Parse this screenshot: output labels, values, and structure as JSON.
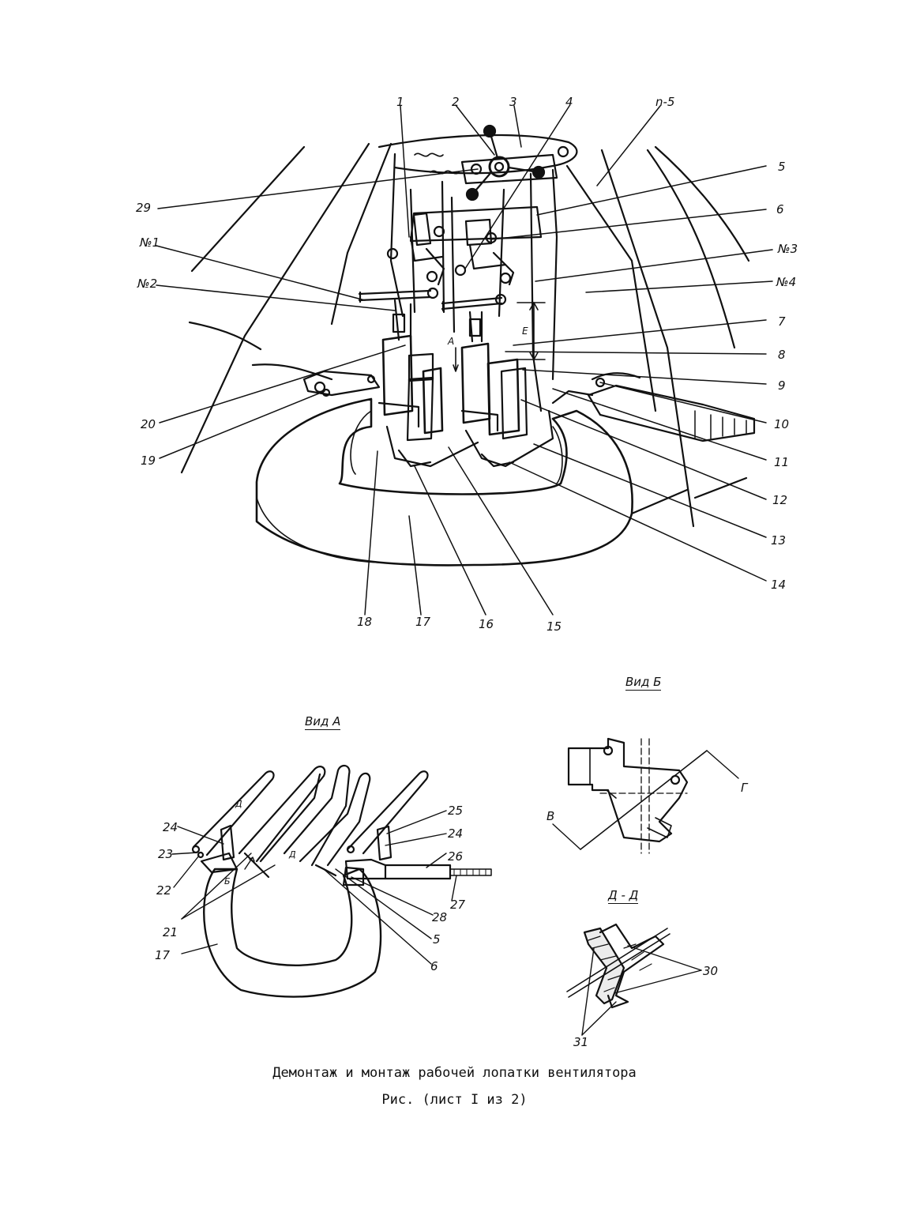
{
  "caption": {
    "title": "Демонтаж и монтаж рабочей лопатки вентилятора",
    "sheet": "Рис. (лист I из 2)"
  },
  "views": {
    "view_a": "Вид А",
    "view_b": "Вид Б",
    "section_dd": "Д - Д"
  },
  "main_labels": {
    "l1": "1",
    "l2": "2",
    "l3": "3",
    "l4": "4",
    "ln5": "n-5",
    "l5": "5",
    "l6": "6",
    "ln3": "№3",
    "ln4": "№4",
    "l7": "7",
    "l8": "8",
    "l9": "9",
    "l10": "10",
    "l11": "11",
    "l12": "12",
    "l13": "13",
    "l14": "14",
    "l15": "15",
    "l16": "16",
    "l17": "17",
    "l18": "18",
    "l19": "19",
    "l20": "20",
    "l29": "29",
    "ln1": "№1",
    "ln2": "№2",
    "lA": "А",
    "lE": "Е"
  },
  "view_a_labels": {
    "l25": "25",
    "l24a": "24",
    "l24b": "24",
    "l23": "23",
    "l26": "26",
    "l22": "22",
    "l27": "27",
    "l21": "21",
    "l28": "28",
    "l5": "5",
    "l17": "17",
    "l6": "6",
    "lB": "Б",
    "lD1": "Д",
    "lD2": "Д"
  },
  "view_b_labels": {
    "lV": "В",
    "lG": "Г"
  },
  "section_labels": {
    "l30": "30",
    "l31": "31"
  }
}
